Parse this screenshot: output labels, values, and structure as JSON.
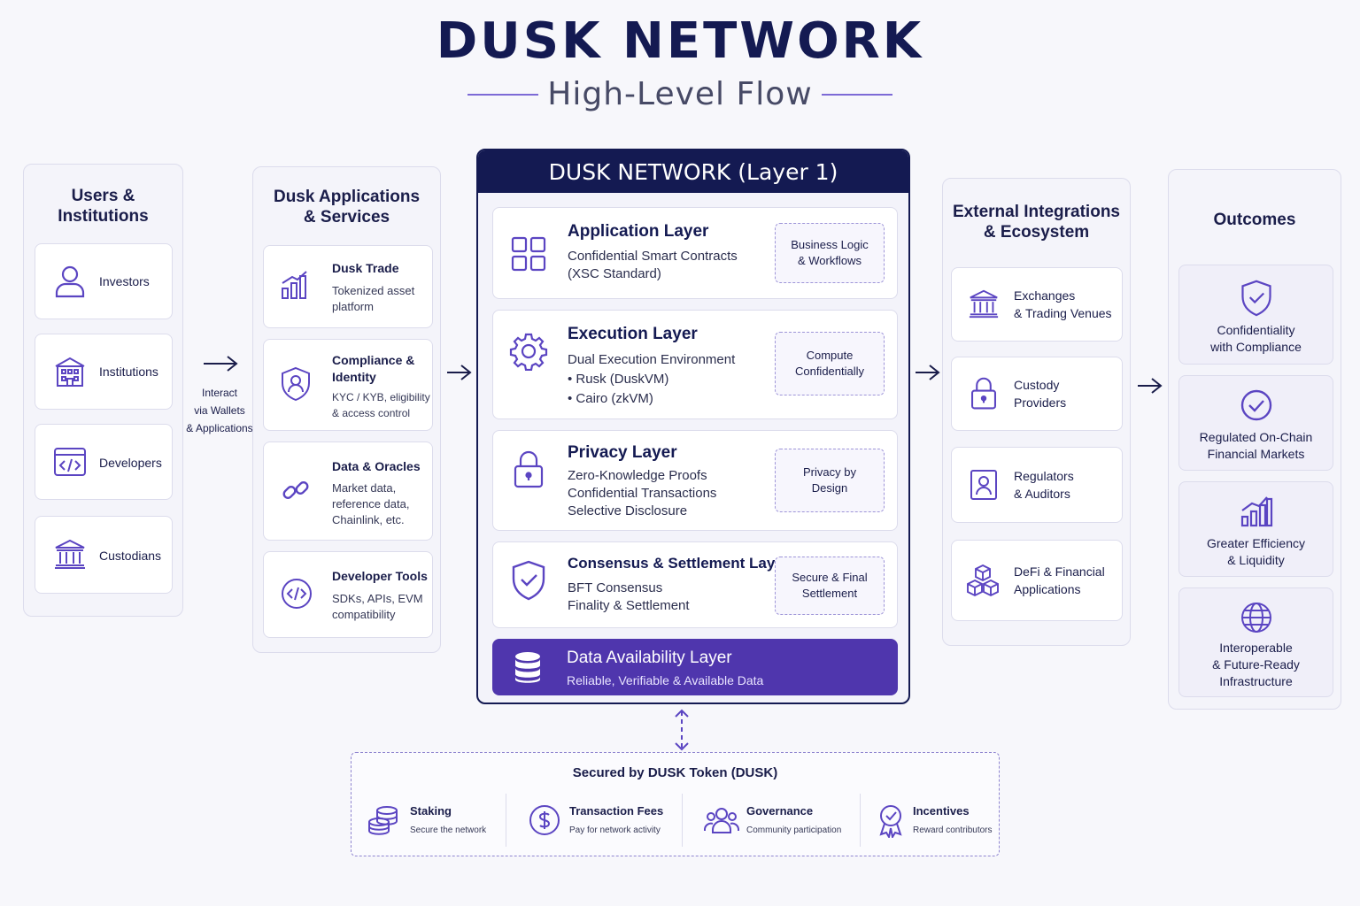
{
  "header": {
    "title": "DUSK NETWORK",
    "subtitle": "High-Level Flow"
  },
  "users": {
    "title": "Users &\nInstitutions",
    "items": [
      {
        "label": "Investors",
        "icon": "person-icon"
      },
      {
        "label": "Institutions",
        "icon": "building-icon"
      },
      {
        "label": "Developers",
        "icon": "code-window-icon"
      },
      {
        "label": "Custodians",
        "icon": "bank-icon"
      }
    ],
    "interact_label": "Interact\nvia Wallets\n& Applications"
  },
  "apps": {
    "title": "Dusk Applications\n& Services",
    "items": [
      {
        "name": "Dusk Trade",
        "desc": "Tokenized asset\nplatform",
        "icon": "bar-chart-icon"
      },
      {
        "name": "Compliance &\nIdentity",
        "desc": "KYC / KYB, eligibility\n& access control",
        "icon": "shield-user-icon"
      },
      {
        "name": "Data & Oracles",
        "desc": "Market data,\nreference data,\nChainlink, etc.",
        "icon": "link-icon"
      },
      {
        "name": "Developer Tools",
        "desc": "SDKs, APIs, EVM\ncompatibility",
        "icon": "code-circle-icon"
      }
    ]
  },
  "network": {
    "title": "DUSK NETWORK (Layer 1)",
    "layers": [
      {
        "name": "Application Layer",
        "text": "Confidential Smart Contracts\n(XSC Standard)",
        "tag": "Business Logic\n& Workflows",
        "icon": "grid-icon"
      },
      {
        "name": "Execution Layer",
        "text": "Dual Execution Environment\n•  Rusk (DuskVM)\n•  Cairo (zkVM)",
        "tag": "Compute\nConfidentially",
        "icon": "gear-icon"
      },
      {
        "name": "Privacy Layer",
        "text": "Zero-Knowledge Proofs\nConfidential Transactions\nSelective Disclosure",
        "tag": "Privacy by\nDesign",
        "icon": "lock-icon"
      },
      {
        "name": "Consensus & Settlement Layer",
        "text": "BFT Consensus\nFinality & Settlement",
        "tag": "Secure & Final\nSettlement",
        "icon": "shield-check-icon"
      }
    ],
    "data_layer": {
      "name": "Data Availability Layer",
      "text": "Reliable, Verifiable & Available Data",
      "icon": "database-icon"
    }
  },
  "external": {
    "title": "External Integrations\n& Ecosystem",
    "items": [
      {
        "label": "Exchanges\n& Trading Venues",
        "icon": "bank-icon"
      },
      {
        "label": "Custody\nProviders",
        "icon": "lock-icon"
      },
      {
        "label": "Regulators\n& Auditors",
        "icon": "id-badge-icon"
      },
      {
        "label": "DeFi & Financial\nApplications",
        "icon": "cubes-icon"
      }
    ]
  },
  "outcomes": {
    "title": "Outcomes",
    "items": [
      {
        "label": "Confidentiality\nwith Compliance",
        "icon": "shield-check-icon"
      },
      {
        "label": "Regulated On-Chain\nFinancial Markets",
        "icon": "check-circle-icon"
      },
      {
        "label": "Greater Efficiency\n& Liquidity",
        "icon": "growth-chart-icon"
      },
      {
        "label": "Interoperable\n& Future-Ready\nInfrastructure",
        "icon": "globe-icon"
      }
    ]
  },
  "token": {
    "title": "Secured by DUSK Token (DUSK)",
    "items": [
      {
        "name": "Staking",
        "desc": "Secure the network",
        "icon": "coins-icon"
      },
      {
        "name": "Transaction Fees",
        "desc": "Pay for network activity",
        "icon": "dollar-circle-icon"
      },
      {
        "name": "Governance",
        "desc": "Community participation",
        "icon": "group-icon"
      },
      {
        "name": "Incentives",
        "desc": "Reward contributors",
        "icon": "award-icon"
      }
    ]
  },
  "colors": {
    "navy": "#141a52",
    "purple": "#4f36ad",
    "accent": "#5b45c2"
  }
}
